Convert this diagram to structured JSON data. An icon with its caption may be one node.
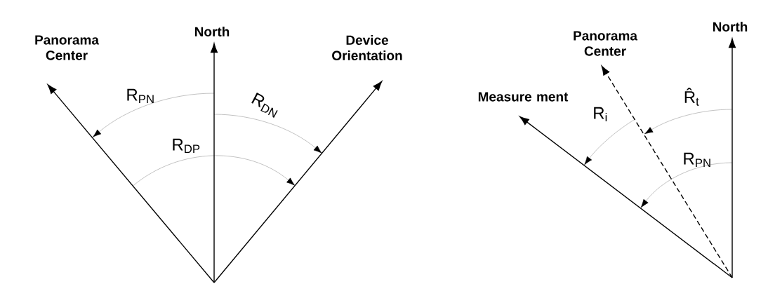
{
  "diagram": {
    "nodes": [
      {
        "text": [
          "Panorama Center"
        ]
      },
      {
        "text": [
          "North"
        ]
      },
      {
        "text": [
          "Device Orientation"
        ]
      },
      {
        "text": [
          "Measure ment"
        ]
      },
      {
        "text": [
          "Panorama Center"
        ]
      },
      {
        "text": [
          "North"
        ]
      }
    ],
    "edges": [
      {
        "from": null,
        "to": 0,
        "arrow": "to"
      },
      {
        "from": null,
        "to": 1,
        "arrow": "to"
      },
      {
        "from": null,
        "to": 2,
        "arrow": "to"
      },
      {
        "from": null,
        "to": 3,
        "arrow": "to"
      },
      {
        "from": null,
        "to": 4,
        "arrow": "to",
        "style": "dashed"
      },
      {
        "from": null,
        "to": 5,
        "arrow": "to"
      }
    ],
    "labels": [
      "R$_{PN}$",
      "R$_{DN}$",
      "R$_{DP}$",
      "R̂$_{t}$",
      "R$_{i}$",
      "R$_{PN}$"
    ]
  }
}
